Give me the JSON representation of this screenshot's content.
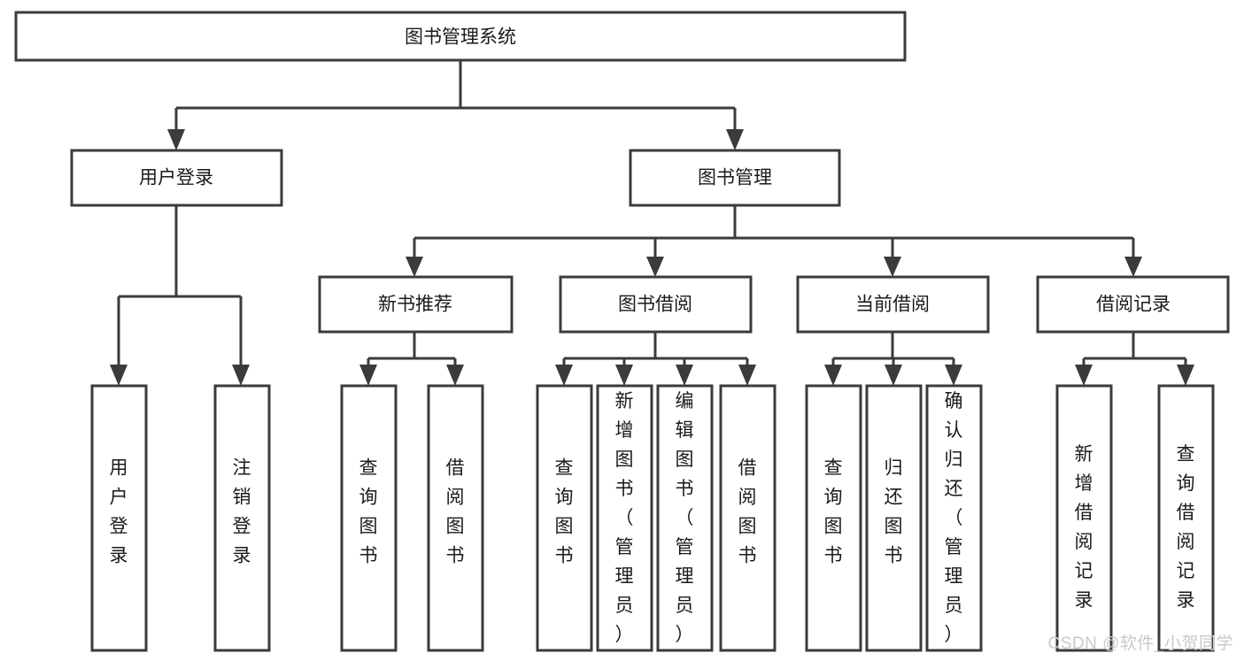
{
  "diagram": {
    "type": "tree-hierarchy",
    "title": "图书管理系统",
    "watermark": "CSDN @软件_小贺同学",
    "colors": {
      "box_stroke": "#3b3b3b",
      "box_fill": "#ffffff",
      "connector": "#3b3b3b",
      "label": "#1a1a1a",
      "background": "#ffffff",
      "watermark": "#c9c9c9"
    },
    "levels": {
      "root": {
        "label": "图书管理系统"
      },
      "level2": [
        {
          "label": "用户登录"
        },
        {
          "label": "图书管理"
        }
      ],
      "level3": [
        {
          "label": "新书推荐"
        },
        {
          "label": "图书借阅"
        },
        {
          "label": "当前借阅"
        },
        {
          "label": "借阅记录"
        }
      ],
      "leaves_user_login": [
        {
          "label": "用户登录"
        },
        {
          "label": "注销登录"
        }
      ],
      "leaves_new_book": [
        {
          "label": "查询图书"
        },
        {
          "label": "借阅图书"
        }
      ],
      "leaves_borrow": [
        {
          "label": "查询图书"
        },
        {
          "label": "新增图书（管理员）"
        },
        {
          "label": "编辑图书（管理员）"
        },
        {
          "label": "借阅图书"
        }
      ],
      "leaves_current": [
        {
          "label": "查询图书"
        },
        {
          "label": "归还图书"
        },
        {
          "label": "确认归还（管理员）"
        }
      ],
      "leaves_records": [
        {
          "label": "新增借阅记录"
        },
        {
          "label": "查询借阅记录"
        }
      ]
    }
  }
}
